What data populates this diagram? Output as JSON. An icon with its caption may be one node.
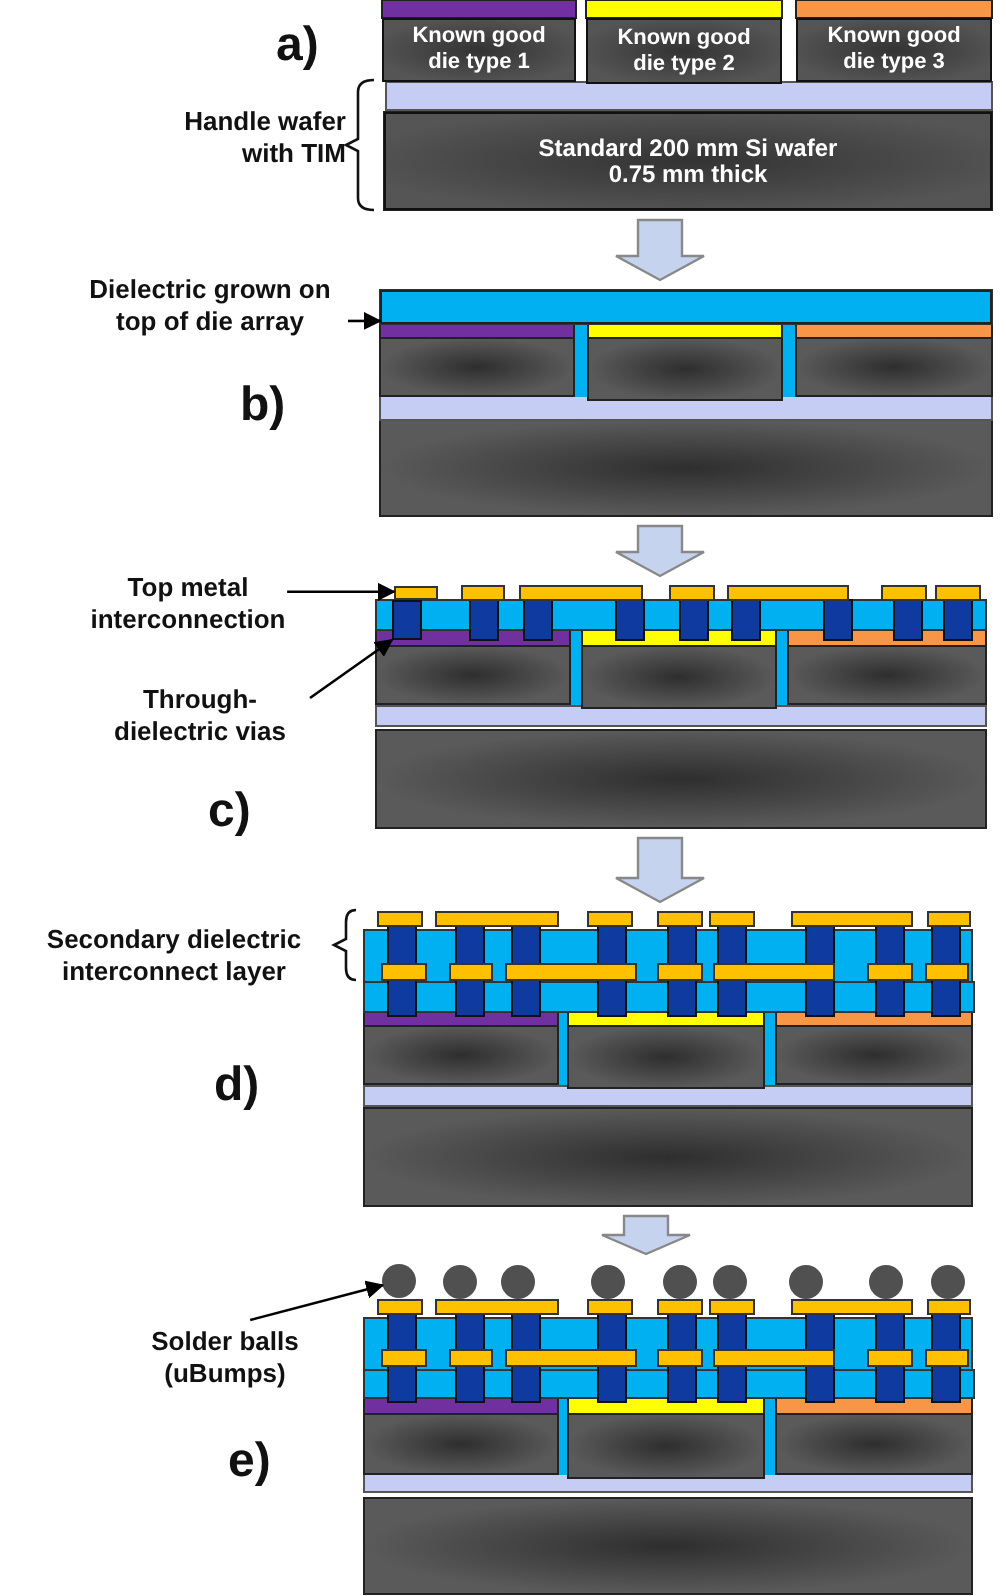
{
  "diagram": {
    "nodes": [
      {
        "text": [],
        "shape": "box"
      },
      {
        "text": [
          "Known good die type 1"
        ],
        "in": 0
      },
      {
        "text": [
          "Known good die type 2"
        ],
        "in": 0
      },
      {
        "text": [
          "Known good die type 3"
        ],
        "in": 0
      },
      {
        "text": [
          "Standard 200 mm Si wafer 0.75 mm thick"
        ],
        "in": 0
      },
      {
        "text": [],
        "shape": "box"
      },
      {
        "text": [],
        "shape": "box",
        "in": 5
      },
      {
        "text": [
          "Dielectric grown on top of die array"
        ]
      },
      {
        "text": [],
        "shape": "box"
      },
      {
        "text": [],
        "shape": "box",
        "in": 8
      },
      {
        "text": [],
        "shape": "box",
        "in": 8
      },
      {
        "text": [
          "Top metal interconnection"
        ]
      },
      {
        "text": [
          "Through-dielectric vias"
        ]
      },
      {
        "text": [],
        "shape": "box"
      },
      {
        "text": [],
        "shape": "box"
      },
      {
        "text": [],
        "shape": "circle",
        "in": 14
      },
      {
        "text": [
          "Solder balls (uBumps)"
        ]
      }
    ],
    "edges": [
      {
        "from": 0,
        "to": 5,
        "arrow": "to"
      },
      {
        "from": 5,
        "to": 8,
        "arrow": "to"
      },
      {
        "from": 8,
        "to": 13,
        "arrow": "to"
      },
      {
        "from": 13,
        "to": 14,
        "arrow": "to"
      },
      {
        "from": 7,
        "to": 6,
        "arrow": "to"
      },
      {
        "from": 11,
        "to": 9,
        "arrow": "to"
      },
      {
        "from": 12,
        "to": 10,
        "arrow": "to"
      },
      {
        "from": 16,
        "to": 15,
        "arrow": "to"
      }
    ],
    "labels": [
      "a)",
      "Handle wafer with TIM",
      "b)",
      "c)",
      "Secondary dielectric interconnect layer",
      "d)",
      "e)"
    ]
  }
}
